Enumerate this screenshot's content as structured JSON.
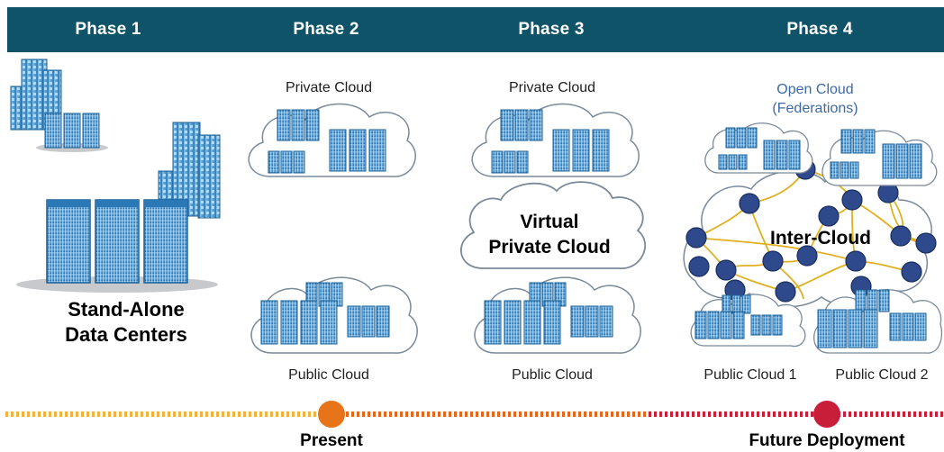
{
  "phases": [
    "Phase 1",
    "Phase 2",
    "Phase 3",
    "Phase 4"
  ],
  "phase1": {
    "caption_line1": "Stand-Alone",
    "caption_line2": "Data Centers"
  },
  "phase2": {
    "top_label": "Private Cloud",
    "bottom_label": "Public Cloud"
  },
  "phase3": {
    "top_label": "Private Cloud",
    "middle_line1": "Virtual",
    "middle_line2": "Private Cloud",
    "bottom_label": "Public Cloud"
  },
  "phase4": {
    "top_line1": "Open Cloud",
    "top_line2": "(Federations)",
    "center_label": "Inter-Cloud",
    "bottom_left_label": "Public Cloud 1",
    "bottom_right_label": "Public Cloud 2"
  },
  "timeline": {
    "present_label": "Present",
    "future_label": "Future Deployment"
  },
  "colors": {
    "header": "#0e5368",
    "server": "#2f86c7",
    "present_marker": "#e8741a",
    "future_marker": "#c81e3a",
    "mesh_node": "#2e4a8c",
    "mesh_link": "#e0b020"
  }
}
